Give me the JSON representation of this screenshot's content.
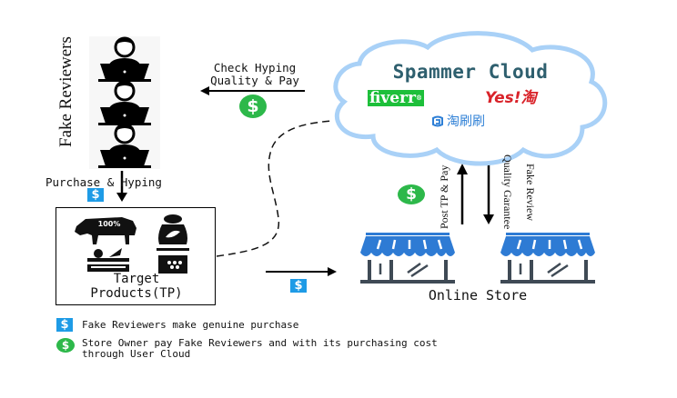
{
  "fake_reviewers": {
    "label": "Fake Reviewers",
    "icon": "person-laptop-icon",
    "count": 3
  },
  "check_hyping": {
    "line1": "Check Hyping",
    "line2": "Quality & Pay",
    "icon": "green-dollar-icon"
  },
  "spammer_cloud": {
    "title": "Spammer Cloud",
    "logos": {
      "fiverr": "fiverr",
      "fiverr_reg": "®",
      "yes": "Yes!",
      "yes_cn": "淘",
      "taoshuashua": "淘刷刷"
    }
  },
  "purchase_hyping": {
    "label": "Purchase & Hyping",
    "icon": "blue-dollar-icon"
  },
  "target_products": {
    "line1": "Target",
    "line2": "Products(TP)",
    "badge": "100%"
  },
  "store_flow": {
    "post_tp_pay": "Post TP & Pay",
    "quality_garantee": "Quality Garantee",
    "fake_review": "Fake Review"
  },
  "online_store": {
    "label": "Online Store"
  },
  "legend": [
    {
      "icon": "blue-dollar-icon",
      "text": "Fake Reviewers make genuine purchase"
    },
    {
      "icon": "green-dollar-icon",
      "line1": "Store Owner pay Fake Reviewers and with its purchasing cost",
      "line2": "through User Cloud"
    }
  ],
  "colors": {
    "cloud_outline": "#a9d1f7",
    "cloud_title": "#2e5f6e",
    "fiverr_green": "#1dbf3a",
    "yes_red": "#d9232a",
    "tao_blue": "#2d7fd6",
    "store_blue": "#2e7bd4",
    "store_gray": "#3f4a55",
    "dollar_green": "#2db84a",
    "dollar_blue": "#1e9be6"
  }
}
